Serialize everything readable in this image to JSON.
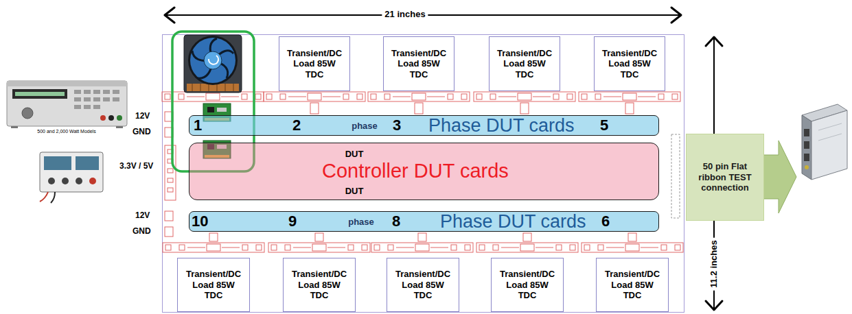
{
  "diagram": {
    "nodes": [
      {
        "text": [
          "Transient/DC Load 85W TDC"
        ]
      },
      {
        "text": [
          "Transient/DC Load 85W TDC"
        ]
      },
      {
        "text": [
          "Transient/DC Load 85W TDC"
        ]
      },
      {
        "text": [
          "Transient/DC Load 85W TDC"
        ]
      },
      {
        "text": [
          "phase",
          "Phase DUT cards"
        ]
      },
      {
        "text": [
          "DUT",
          "Controller DUT cards",
          "DUT"
        ]
      },
      {
        "text": [
          "phase",
          "Phase DUT cards"
        ]
      },
      {
        "text": [
          "Transient/DC Load 85W TDC"
        ]
      },
      {
        "text": [
          "Transient/DC Load 85W TDC"
        ]
      },
      {
        "text": [
          "Transient/DC Load 85W TDC"
        ]
      },
      {
        "text": [
          "Transient/DC Load 85W TDC"
        ]
      },
      {
        "text": [
          "Transient/DC Load 85W TDC"
        ]
      },
      {
        "text": [
          "50 pin Flat ribbon TEST connection"
        ]
      }
    ],
    "labels": [
      "21 inches",
      "12V",
      "GND",
      "3.3V / 5V",
      "12V",
      "GND",
      "500 and 2,000 Watt Models",
      "1",
      "2",
      "3",
      "5",
      "10",
      "9",
      "8",
      "6",
      "11.2 inches"
    ]
  }
}
